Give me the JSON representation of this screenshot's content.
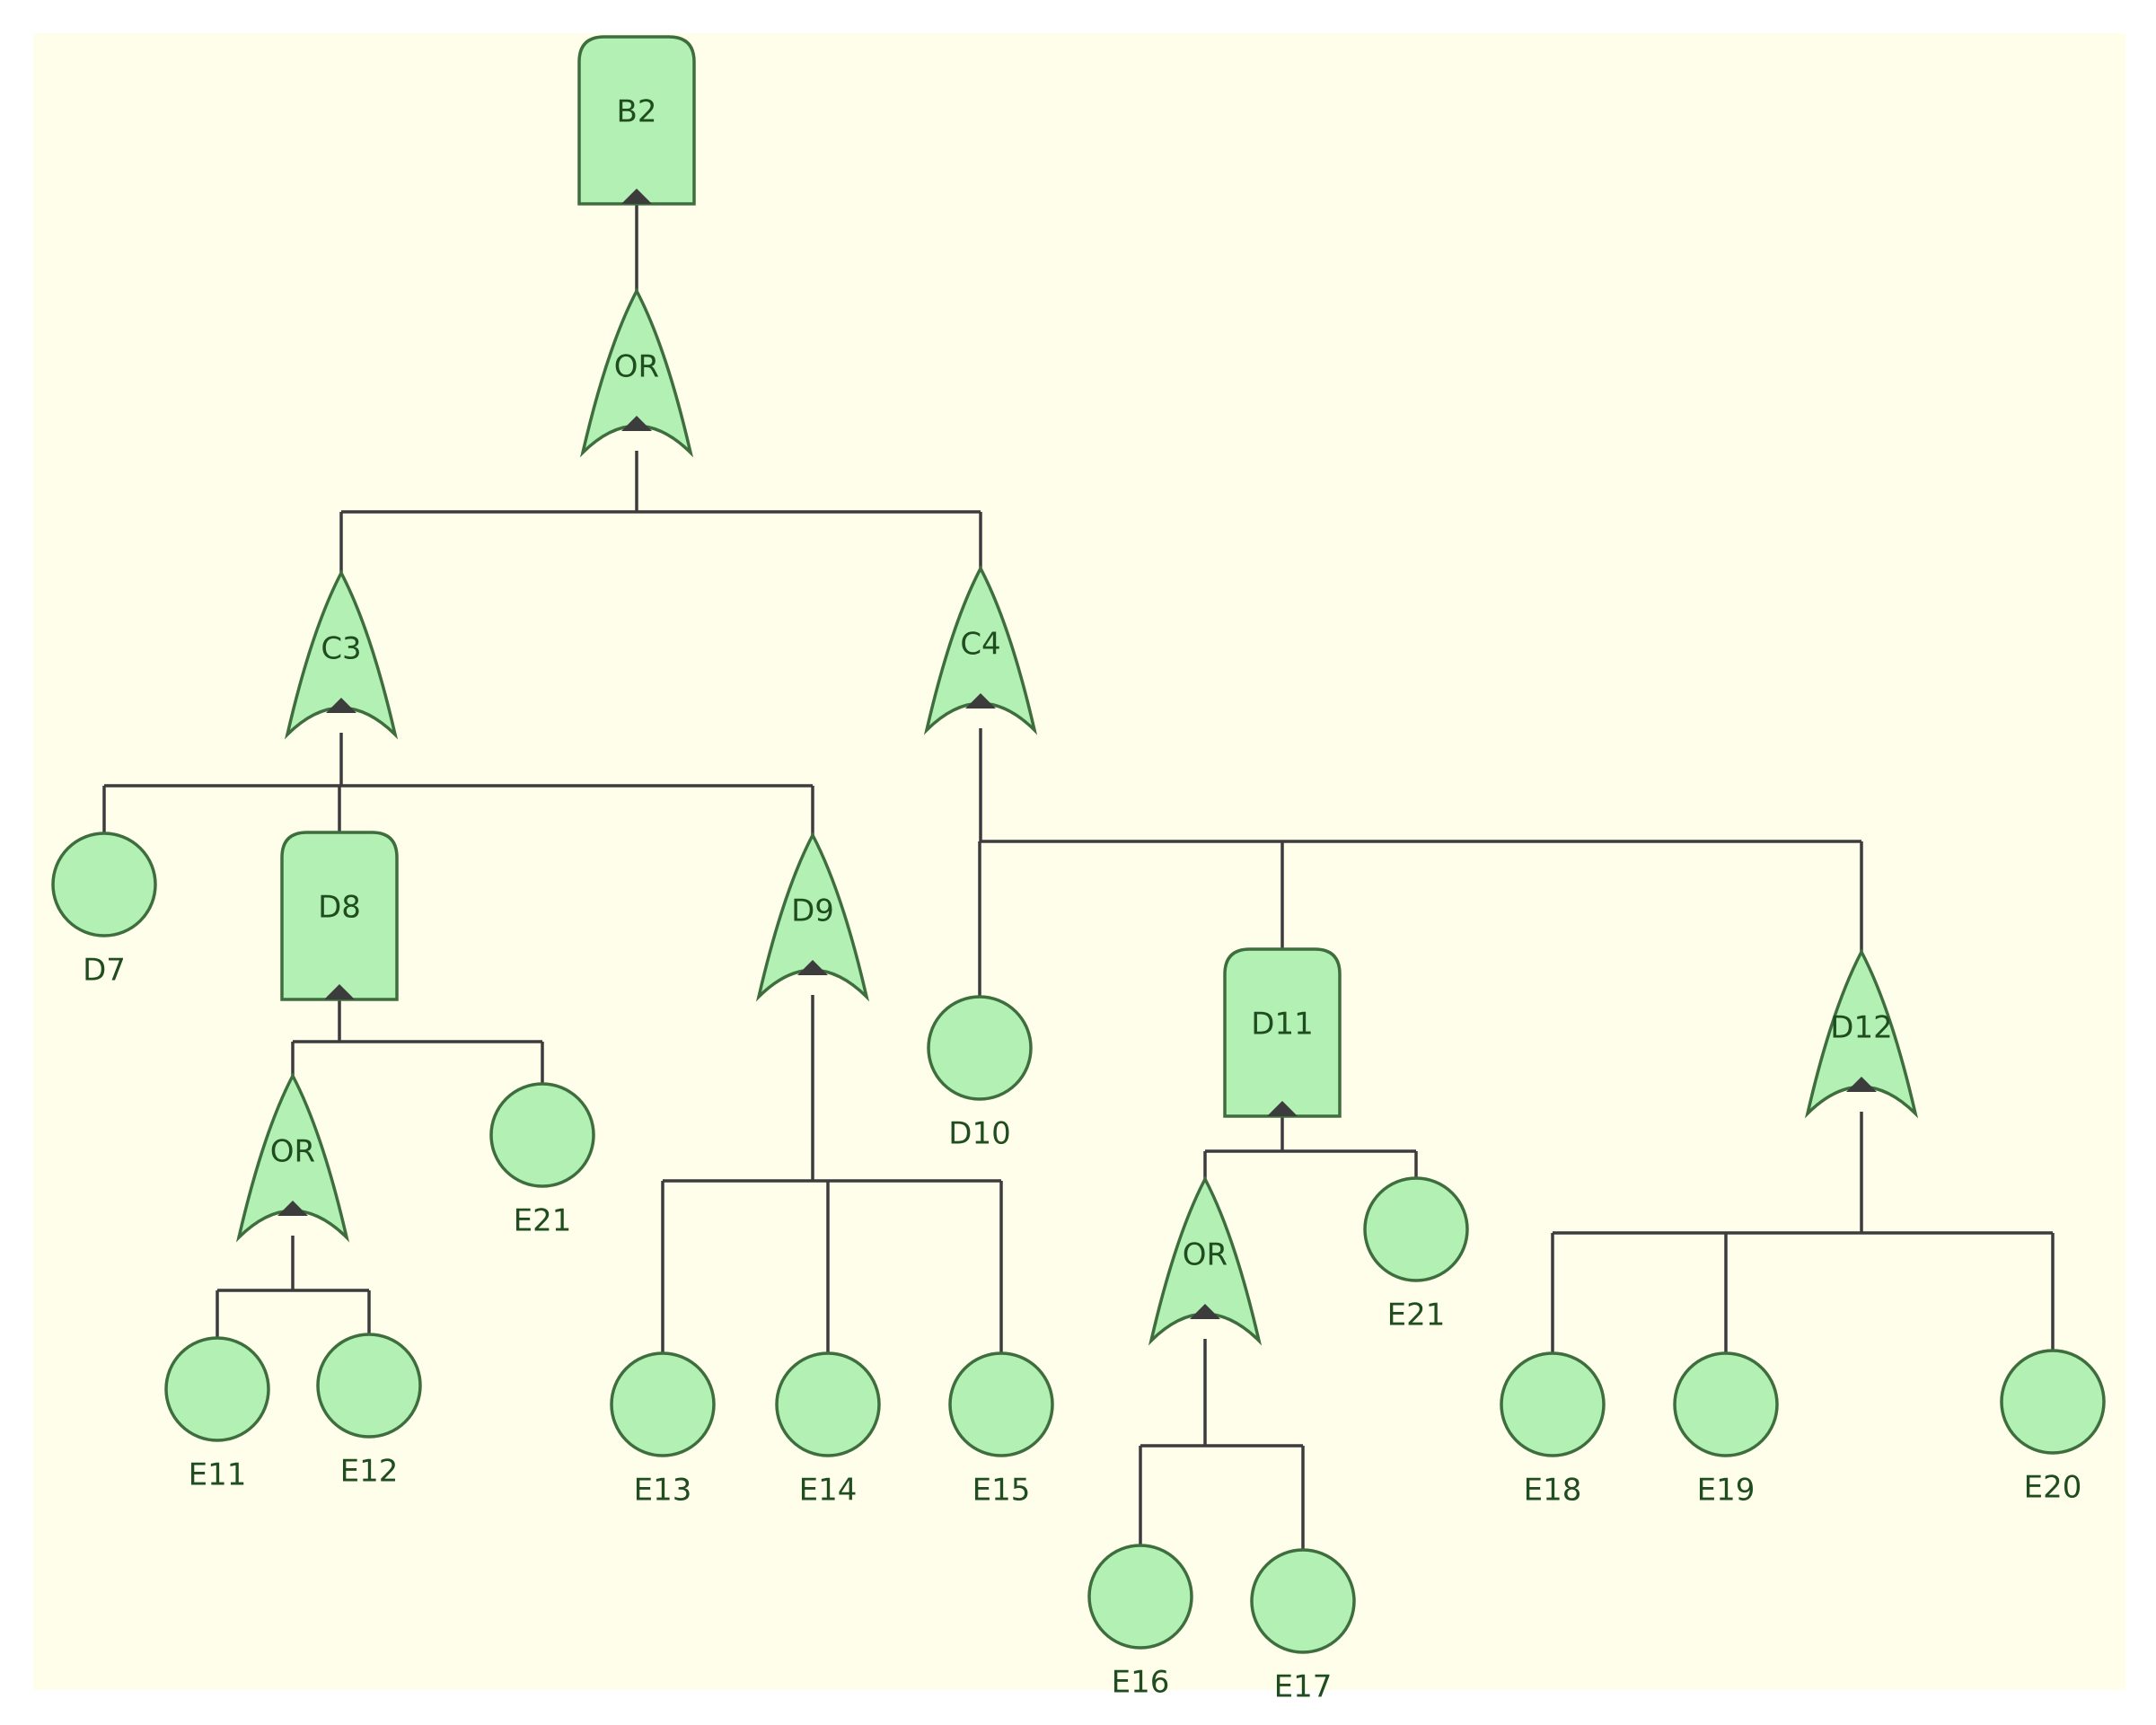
{
  "colors": {
    "background": "#fffeea",
    "node_fill": "#b3f0b3",
    "node_stroke": "#3e6e3e",
    "line": "#3c3c3c",
    "text": "#1f4d1f"
  },
  "nodes": [
    {
      "id": "B2",
      "shape": "rect-gate",
      "label": "B2"
    },
    {
      "id": "or_top",
      "shape": "or-gate",
      "label": "OR"
    },
    {
      "id": "C3",
      "shape": "or-gate",
      "label": "C3"
    },
    {
      "id": "C4",
      "shape": "or-gate",
      "label": "C4"
    },
    {
      "id": "D7",
      "shape": "circle",
      "label": "D7"
    },
    {
      "id": "D8",
      "shape": "rect-gate",
      "label": "D8"
    },
    {
      "id": "D9",
      "shape": "or-gate",
      "label": "D9"
    },
    {
      "id": "or_d8",
      "shape": "or-gate",
      "label": "OR"
    },
    {
      "id": "E21a",
      "shape": "circle",
      "label": "E21"
    },
    {
      "id": "E11",
      "shape": "circle",
      "label": "E11"
    },
    {
      "id": "E12",
      "shape": "circle",
      "label": "E12"
    },
    {
      "id": "E13",
      "shape": "circle",
      "label": "E13"
    },
    {
      "id": "E14",
      "shape": "circle",
      "label": "E14"
    },
    {
      "id": "E15",
      "shape": "circle",
      "label": "E15"
    },
    {
      "id": "D10",
      "shape": "circle",
      "label": "D10"
    },
    {
      "id": "D11",
      "shape": "rect-gate",
      "label": "D11"
    },
    {
      "id": "D12",
      "shape": "or-gate",
      "label": "D12"
    },
    {
      "id": "or_d11",
      "shape": "or-gate",
      "label": "OR"
    },
    {
      "id": "E21b",
      "shape": "circle",
      "label": "E21"
    },
    {
      "id": "E16",
      "shape": "circle",
      "label": "E16"
    },
    {
      "id": "E17",
      "shape": "circle",
      "label": "E17"
    },
    {
      "id": "E18",
      "shape": "circle",
      "label": "E18"
    },
    {
      "id": "E19",
      "shape": "circle",
      "label": "E19"
    },
    {
      "id": "E20",
      "shape": "circle",
      "label": "E20"
    }
  ],
  "edges": [
    [
      "B2",
      "or_top"
    ],
    [
      "or_top",
      "C3"
    ],
    [
      "or_top",
      "C4"
    ],
    [
      "C3",
      "D7"
    ],
    [
      "C3",
      "D8"
    ],
    [
      "C3",
      "D9"
    ],
    [
      "D8",
      "or_d8"
    ],
    [
      "D8",
      "E21a"
    ],
    [
      "or_d8",
      "E11"
    ],
    [
      "or_d8",
      "E12"
    ],
    [
      "D9",
      "E13"
    ],
    [
      "D9",
      "E14"
    ],
    [
      "D9",
      "E15"
    ],
    [
      "C4",
      "D10"
    ],
    [
      "C4",
      "D11"
    ],
    [
      "C4",
      "D12"
    ],
    [
      "D11",
      "or_d11"
    ],
    [
      "D11",
      "E21b"
    ],
    [
      "or_d11",
      "E16"
    ],
    [
      "or_d11",
      "E17"
    ],
    [
      "D12",
      "E18"
    ],
    [
      "D12",
      "E19"
    ],
    [
      "D12",
      "E20"
    ]
  ]
}
